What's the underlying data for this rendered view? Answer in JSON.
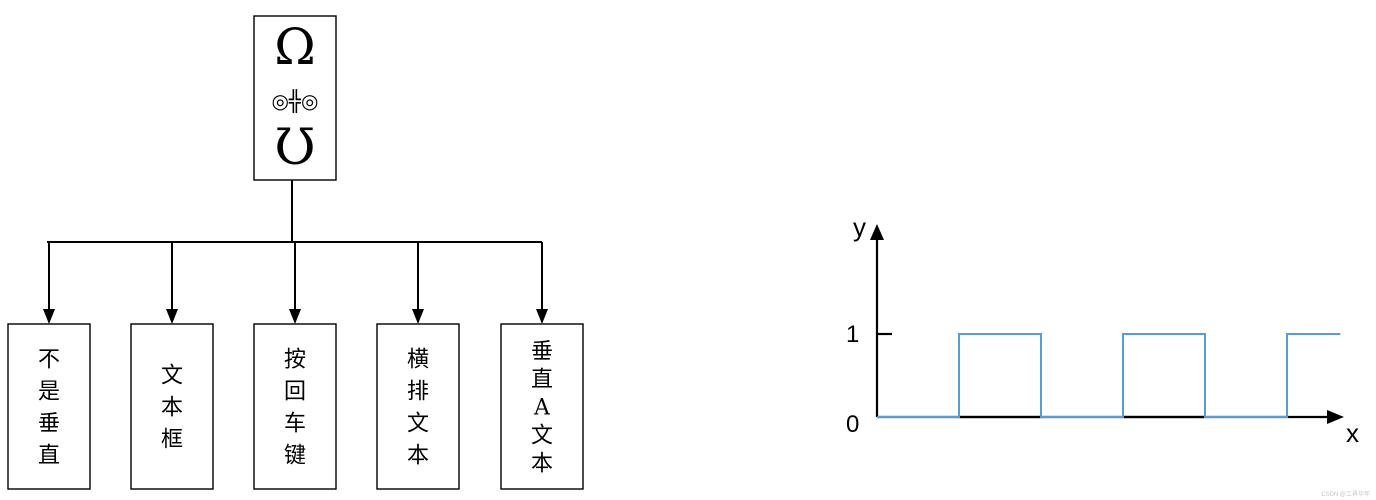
{
  "tree": {
    "root": {
      "top_glyph": "Ω",
      "middle_glyph": "◎╬◎",
      "bottom_glyph": "Ʊ"
    },
    "children": [
      {
        "label": "不是垂直"
      },
      {
        "label": "文本框"
      },
      {
        "label": "按回车键"
      },
      {
        "label": "横排文本"
      },
      {
        "label": "垂直A文本"
      }
    ]
  },
  "chart_data": {
    "type": "line",
    "xlabel": "x",
    "ylabel": "y",
    "yticks": [
      "0",
      "1"
    ],
    "ylim": [
      0,
      1
    ],
    "series": [
      {
        "color": "#5b9bd5",
        "points": [
          [
            0,
            0
          ],
          [
            1,
            0
          ],
          [
            1,
            1
          ],
          [
            2,
            1
          ],
          [
            2,
            0
          ],
          [
            3,
            0
          ],
          [
            3,
            1
          ],
          [
            4,
            1
          ],
          [
            4,
            0
          ],
          [
            5,
            0
          ],
          [
            5,
            1
          ],
          [
            5.65,
            1
          ]
        ]
      }
    ]
  },
  "watermark": "CSDN @工界华年"
}
